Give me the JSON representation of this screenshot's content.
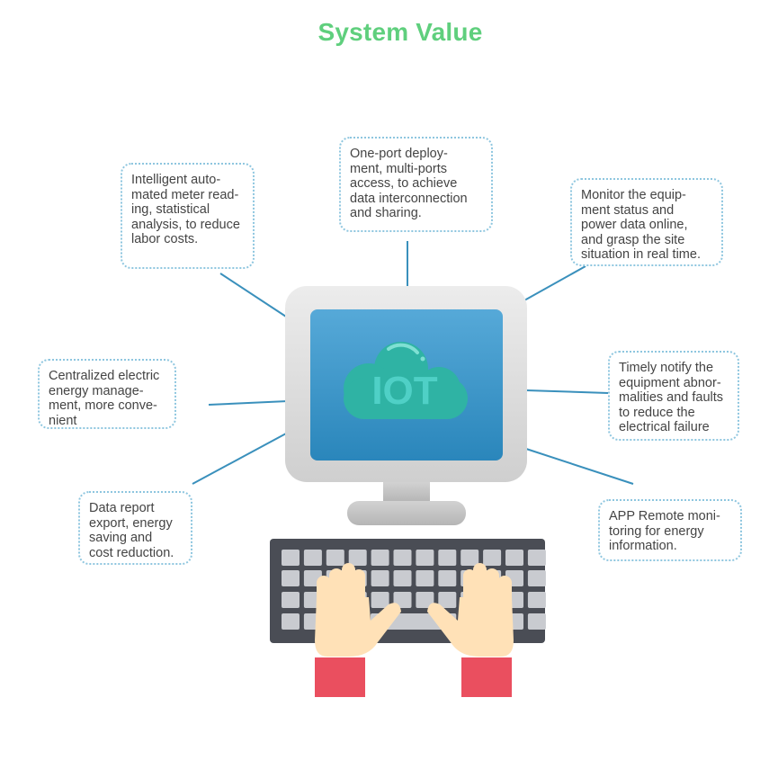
{
  "title": "System Value",
  "center": {
    "screen_label": "IOT"
  },
  "callouts": [
    {
      "id": "meter-reading",
      "text": "Intelligent auto-\nmated meter read-\ning, statistical\nanalysis, to reduce\nlabor costs."
    },
    {
      "id": "deployment",
      "text": "One-port deploy-\nment, multi-ports\naccess, to achieve\ndata interconnection\nand sharing."
    },
    {
      "id": "monitor",
      "text": "Monitor the equip-\nment status and\npower data online,\nand grasp the site\nsituation in real time."
    },
    {
      "id": "energy-management",
      "text": "Centralized electric\nenergy manage-\nment, more conve-\nnient"
    },
    {
      "id": "notify",
      "text": "Timely notify the\nequipment abnor-\nmalities and faults\nto reduce the\nelectrical failure"
    },
    {
      "id": "data-report",
      "text": "Data report\nexport, energy\nsaving and\ncost reduction."
    },
    {
      "id": "app-monitoring",
      "text": "APP Remote moni-\ntoring for energy\ninformation."
    }
  ],
  "colors": {
    "title": "#5fcf7d",
    "connector": "#3a90bc",
    "callout_border": "#8ec6df",
    "monitor_bezel": "#dcdcdc",
    "screen": "#2f8dc0",
    "cloud": "#2fb3a4",
    "cloud_text": "#4fd0c6",
    "keyboard": "#4a4d55",
    "keys": "#c9cbd0",
    "hands": "#ffe1b7",
    "sleeves": "#ea4f5f"
  }
}
